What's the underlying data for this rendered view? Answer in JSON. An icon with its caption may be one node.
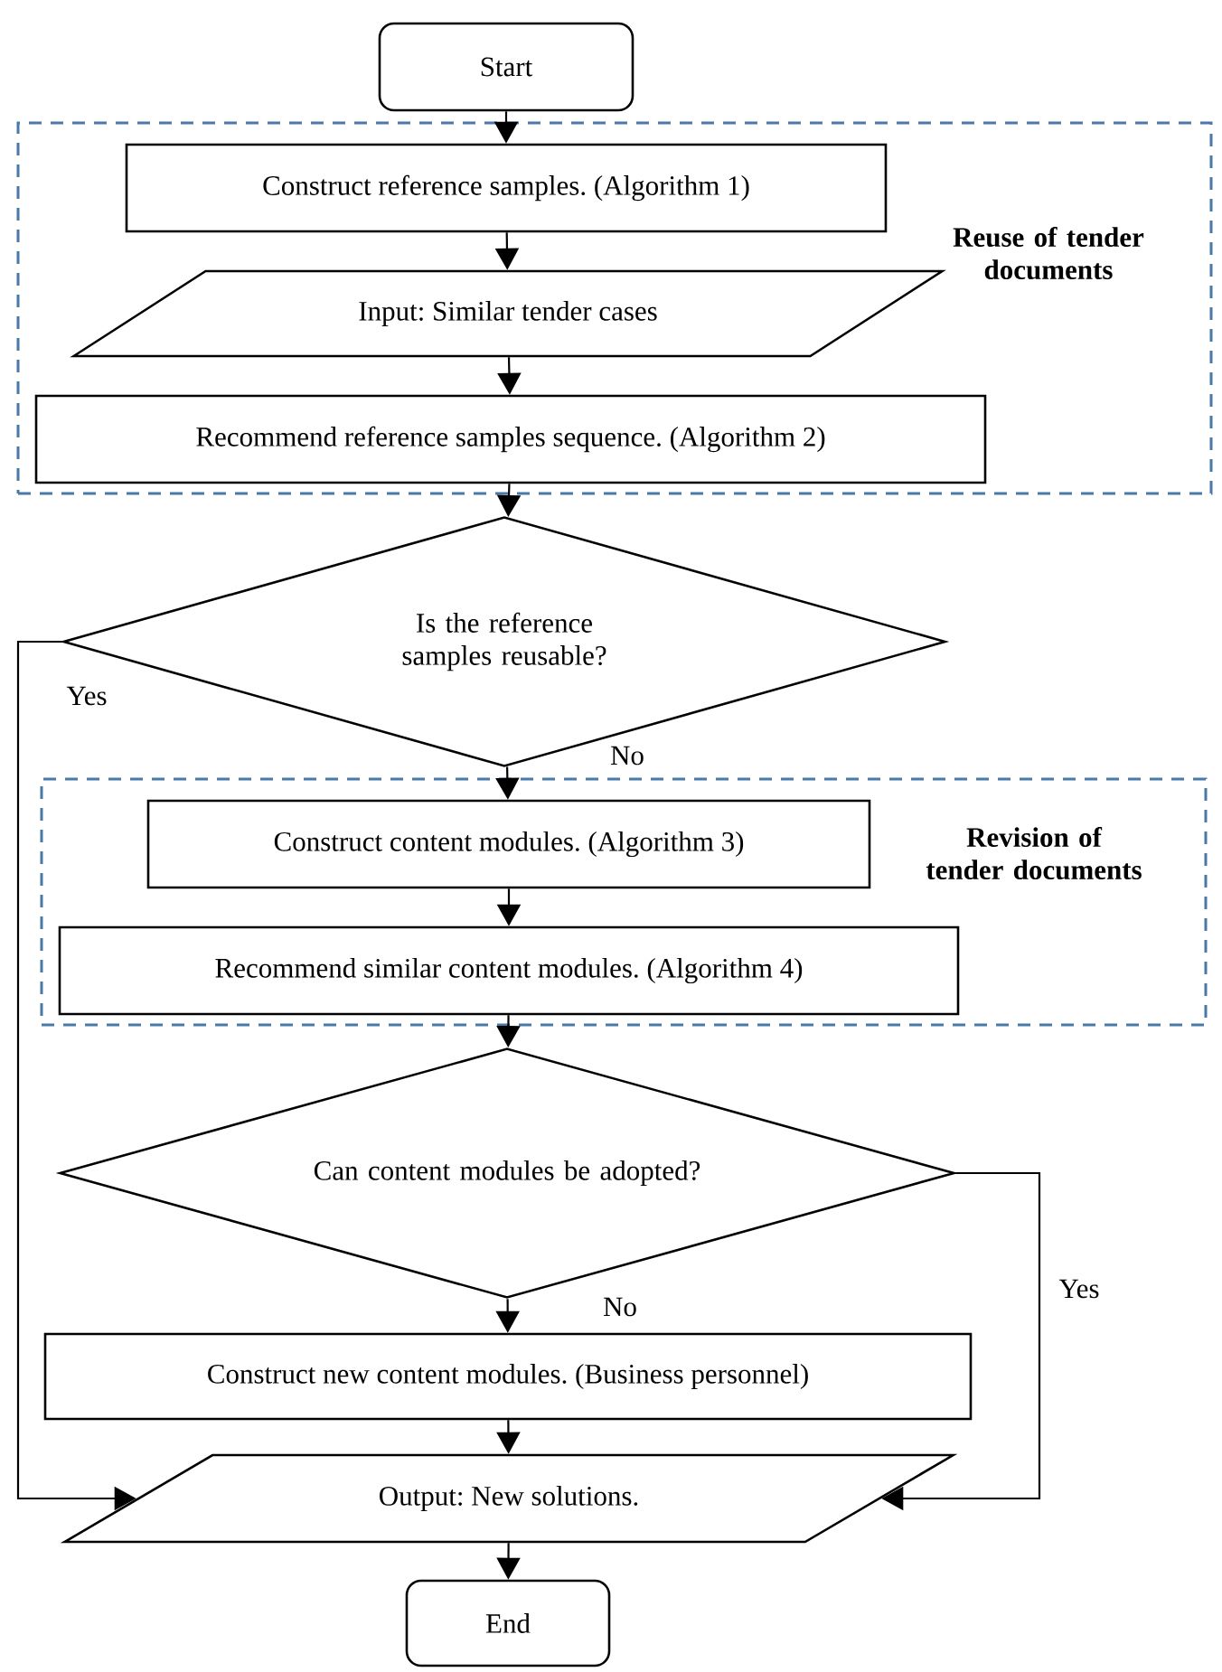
{
  "diagram": {
    "nodes": [
      {
        "text": [
          "Start"
        ]
      },
      {
        "text": [
          "Reuse of tender documents"
        ]
      },
      {
        "text": [
          "Construct reference samples. (Algorithm 1)"
        ],
        "in": 1
      },
      {
        "text": [
          "Input: Similar tender cases"
        ],
        "in": 1
      },
      {
        "text": [
          "Recommend reference samples sequence. (Algorithm 2)"
        ],
        "in": 1
      },
      {
        "text": [
          "Is the reference samples reusable?"
        ]
      },
      {
        "text": [
          "Revision of tender documents"
        ]
      },
      {
        "text": [
          "Construct content modules. (Algorithm 3)"
        ],
        "in": 6
      },
      {
        "text": [
          "Recommend similar content modules. (Algorithm 4)"
        ],
        "in": 6
      },
      {
        "text": [
          "Can content modules be adopted?"
        ]
      },
      {
        "text": [
          "Construct new content modules. (Business personnel)"
        ]
      },
      {
        "text": [
          "Output: New solutions."
        ]
      },
      {
        "text": [
          "End"
        ]
      }
    ],
    "edges": [
      {
        "from": 0,
        "to": 2,
        "arrow": "to"
      },
      {
        "from": 2,
        "to": 3,
        "arrow": "to"
      },
      {
        "from": 3,
        "to": 4,
        "arrow": "to"
      },
      {
        "from": 4,
        "to": 5,
        "arrow": "to"
      },
      {
        "from": 5,
        "to": 7,
        "arrow": "to",
        "label": "No"
      },
      {
        "from": 7,
        "to": 8,
        "arrow": "to"
      },
      {
        "from": 8,
        "to": 9,
        "arrow": "to"
      },
      {
        "from": 9,
        "to": 10,
        "arrow": "to",
        "label": "No"
      },
      {
        "from": 10,
        "to": 11,
        "arrow": "to"
      },
      {
        "from": 11,
        "to": 12,
        "arrow": "to"
      },
      {
        "from": 5,
        "to": 11,
        "arrow": "to",
        "label": "Yes"
      },
      {
        "from": 9,
        "to": 11,
        "arrow": "to",
        "label": "Yes"
      }
    ]
  }
}
